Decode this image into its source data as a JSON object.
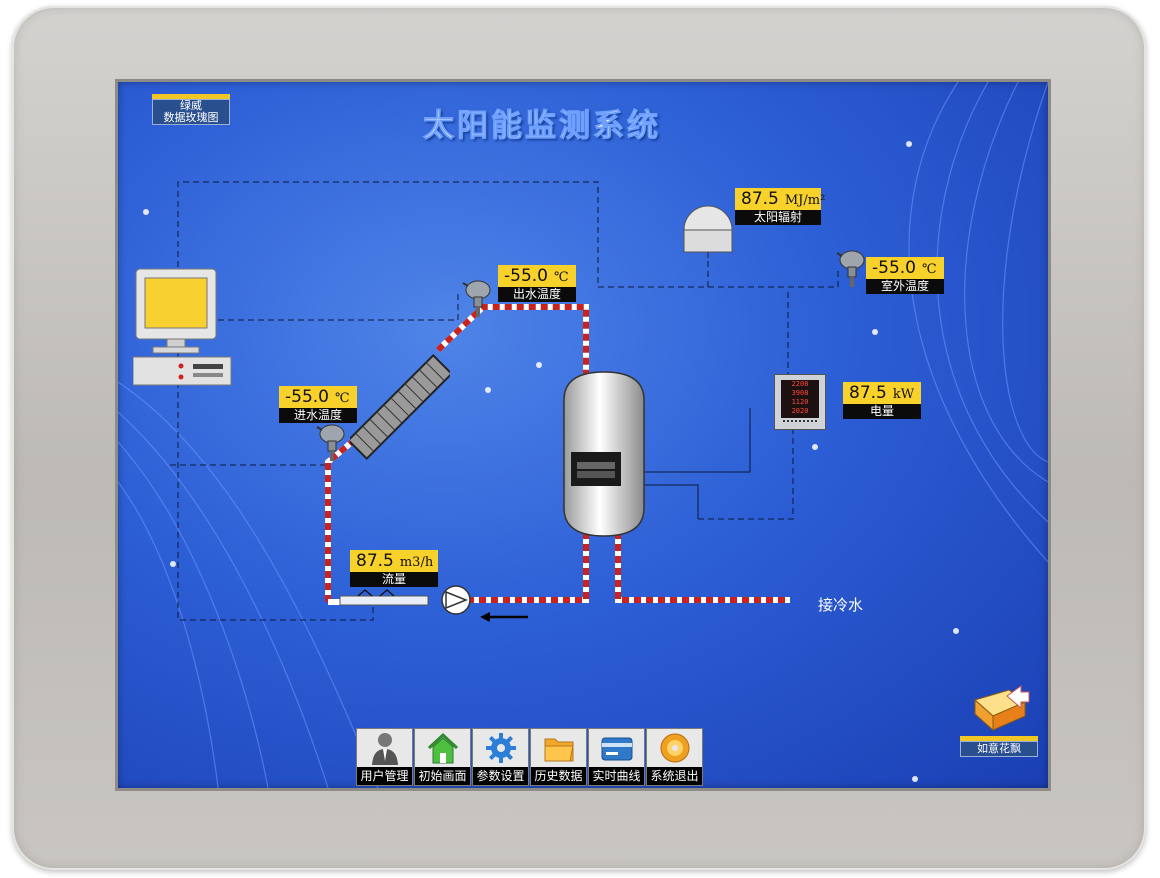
{
  "header": {
    "title": "太阳能监测系统",
    "top_left_tag": [
      "绿威",
      "数据玫瑰图"
    ]
  },
  "readings": {
    "solar_radiation": {
      "value": "87.5",
      "unit": "MJ/m²",
      "label": "太阳辐射"
    },
    "outlet_temp": {
      "value": "-55.0",
      "unit": "℃",
      "label": "出水温度"
    },
    "outdoor_temp": {
      "value": "-55.0",
      "unit": "℃",
      "label": "室外温度"
    },
    "inlet_temp": {
      "value": "-55.0",
      "unit": "℃",
      "label": "进水温度"
    },
    "electricity": {
      "value": "87.5",
      "unit": "kW",
      "label": "电量"
    },
    "flow": {
      "value": "87.5",
      "unit": "m3/h",
      "label": "流量"
    }
  },
  "diagram": {
    "cold_water_label": "接冷水"
  },
  "meter_display": [
    "2208",
    "3908",
    "1120",
    "2020"
  ],
  "toolbar": [
    {
      "label": "用户管理",
      "icon": "user-icon"
    },
    {
      "label": "初始画面",
      "icon": "home-icon"
    },
    {
      "label": "参数设置",
      "icon": "gear-icon"
    },
    {
      "label": "历史数据",
      "icon": "folder-icon"
    },
    {
      "label": "实时曲线",
      "icon": "card-icon"
    },
    {
      "label": "系统退出",
      "icon": "disc-icon"
    }
  ],
  "next_page": {
    "label": "如意花飘",
    "icon": "next-page-icon"
  },
  "colors": {
    "accent_yellow": "#f8d22a",
    "screen_blue": "#2d5fd6",
    "pipe_red": "#c8231e"
  }
}
